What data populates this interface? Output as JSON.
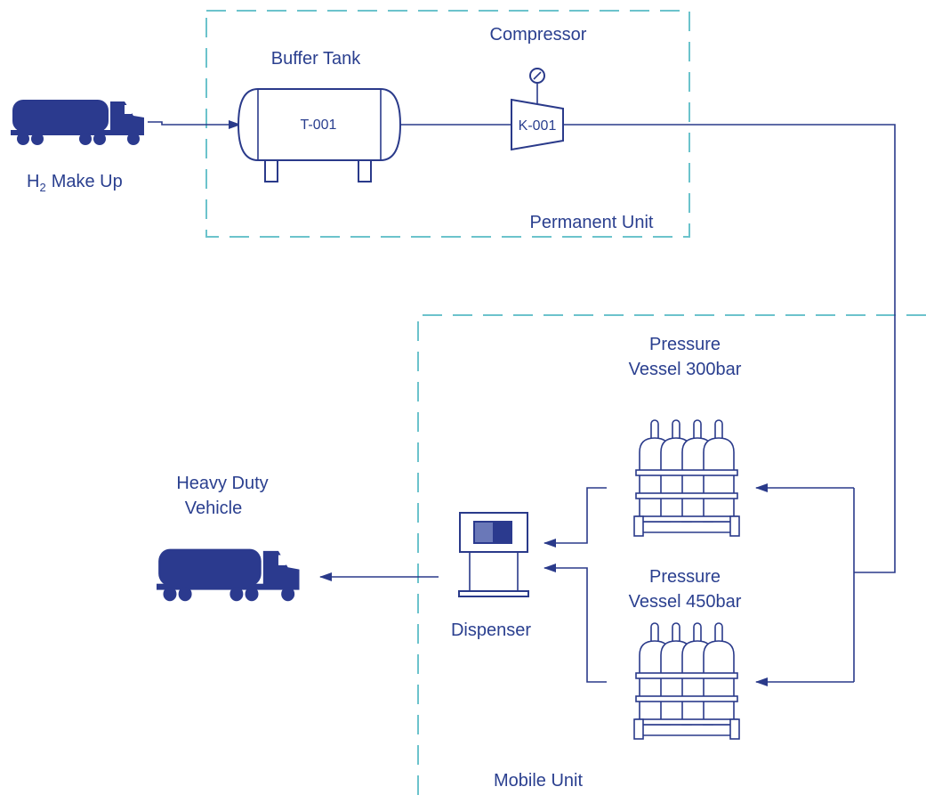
{
  "units": {
    "permanent": "Permanent Unit",
    "mobile": "Mobile Unit"
  },
  "equipment": {
    "makeup_label": "Make Up",
    "makeup_prefix": "H",
    "makeup_subscript": "2",
    "buffer_tank_label": "Buffer Tank",
    "buffer_tank_tag": "T-001",
    "compressor_label": "Compressor",
    "compressor_tag": "K-001",
    "vessel_300_line1": "Pressure",
    "vessel_300_line2": "Vessel 300bar",
    "vessel_450_line1": "Pressure",
    "vessel_450_line2": "Vessel 450bar",
    "dispenser_label": "Dispenser",
    "vehicle_line1": "Heavy Duty",
    "vehicle_line2": "Vehicle"
  },
  "colors": {
    "line": "#2a3a8a",
    "text": "#2a3f8f",
    "dashed_box": "#6cc3cc",
    "truck": "#2b3a8e"
  },
  "icons": [
    "truck-icon",
    "tank-icon",
    "compressor-icon",
    "pressure-gauge-icon",
    "gas-cylinder-rack-icon",
    "dispenser-icon"
  ]
}
